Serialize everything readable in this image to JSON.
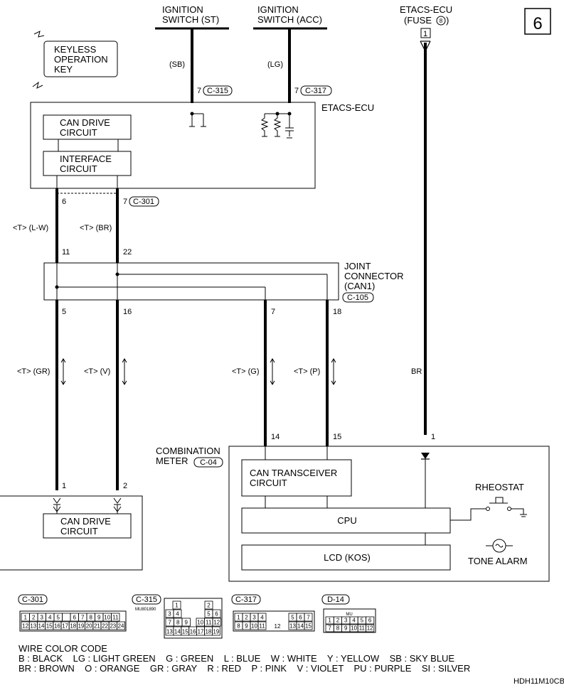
{
  "page_number": "6",
  "drawing_code": "HDH11M10CB",
  "keyless_key": {
    "line1": "KEYLESS",
    "line2": "OPERATION",
    "line3": "KEY"
  },
  "inputs": {
    "ign_st": {
      "line1": "IGNITION",
      "line2": "SWITCH (ST)",
      "wire": "(SB)",
      "pin": "7",
      "connector": "C-315"
    },
    "ign_acc": {
      "line1": "IGNITION",
      "line2": "SWITCH (ACC)",
      "wire": "(LG)",
      "pin": "7",
      "connector": "C-317"
    },
    "fuse": {
      "line1": "ETACS-ECU",
      "line2": "(FUSE",
      "fuse_num": "8",
      "line2_end": ")",
      "pin": "1"
    }
  },
  "etacs": {
    "name": "ETACS-ECU",
    "can_drive_1": "CAN DRIVE",
    "can_drive_2": "CIRCUIT",
    "interface_1": "INTERFACE",
    "interface_2": "CIRCUIT",
    "pin_left": "6",
    "pin_right": "7",
    "connector": "C-301"
  },
  "wires_upper": {
    "left": "<T> (L-W)",
    "right": "<T> (BR)"
  },
  "joint": {
    "line1": "JOINT",
    "line2": "CONNECTOR",
    "line3": "(CAN1)",
    "connector": "C-105",
    "pin_top_left": "11",
    "pin_top_right": "22",
    "pins_bottom": [
      "5",
      "16",
      "7",
      "18"
    ]
  },
  "wires_lower": {
    "gr": "<T> (GR)",
    "v": "<T> (V)",
    "g": "<T> (G)",
    "p": "<T> (P)",
    "br": "BR"
  },
  "combination_meter": {
    "line1": "COMBINATION",
    "line2": "METER",
    "connector": "C-04",
    "pin_14": "14",
    "pin_15": "15",
    "pin_1": "1",
    "can_transceiver_1": "CAN TRANSCEIVER",
    "can_transceiver_2": "CIRCUIT",
    "cpu": "CPU",
    "lcd": "LCD (KOS)",
    "rheostat": "RHEOSTAT",
    "tone_alarm": "TONE ALARM"
  },
  "lower_unit": {
    "pin_1": "1",
    "pin_2": "2",
    "can_drive_1": "CAN DRIVE",
    "can_drive_2": "CIRCUIT"
  },
  "connectors": {
    "c301": {
      "label": "C-301",
      "row1": [
        "1",
        "2",
        "3",
        "4",
        "5",
        "",
        "6",
        "7",
        "8",
        "9",
        "10",
        "11"
      ],
      "row2": [
        "12",
        "13",
        "14",
        "15",
        "16",
        "17",
        "18",
        "19",
        "20",
        "21",
        "22",
        "23",
        "24"
      ]
    },
    "c315": {
      "label": "C-315",
      "code": "MU801890",
      "row1": [
        "1",
        "2"
      ],
      "row2": [
        "3",
        "4",
        "5",
        "6"
      ],
      "row3": [
        "7",
        "8",
        "9",
        "10",
        "11",
        "12"
      ],
      "row4": [
        "13",
        "14",
        "15",
        "16",
        "17",
        "18",
        "19"
      ]
    },
    "c317": {
      "label": "C-317",
      "row1": [
        "1",
        "2",
        "3",
        "4",
        "5",
        "6",
        "7"
      ],
      "row2": [
        "8",
        "9",
        "10",
        "11",
        "12",
        "13",
        "14",
        "15"
      ]
    },
    "d14": {
      "label": "D-14",
      "tag": "MU",
      "row1": [
        "1",
        "2",
        "3",
        "4",
        "5",
        "6"
      ],
      "row2": [
        "7",
        "8",
        "9",
        "10",
        "11",
        "12"
      ]
    }
  },
  "wire_color_code": {
    "title": "WIRE COLOR CODE",
    "line1": "B : BLACK    LG : LIGHT GREEN    G : GREEN    L : BLUE    W : WHITE    Y : YELLOW    SB : SKY BLUE",
    "line2": "BR : BROWN    O : ORANGE    GR : GRAY    R : RED    P : PINK    V : VIOLET    PU : PURPLE    SI : SILVER"
  }
}
